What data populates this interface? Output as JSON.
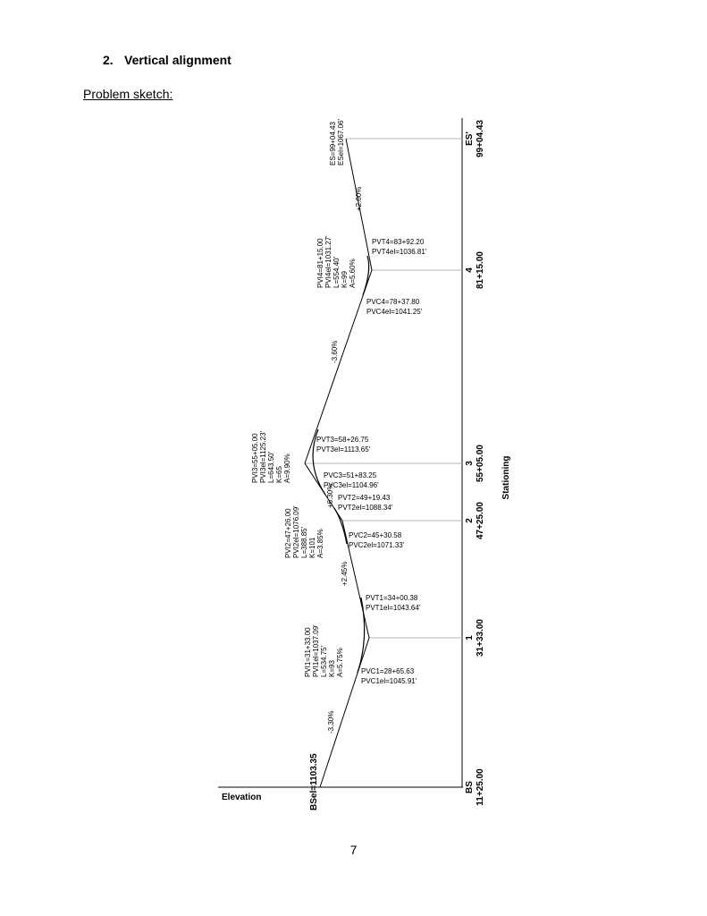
{
  "section": {
    "number": "2.",
    "title": "Vertical alignment"
  },
  "sketch_label": "Problem sketch:",
  "figure": {
    "axis_elevation": "Elevation",
    "axis_stationing": "Stationing",
    "begin": {
      "label": "BS",
      "station": "11+25.00",
      "elevation": "BSel=1103.35"
    },
    "end": {
      "label": "ES'",
      "station": "99+04.43",
      "text": [
        "ES=99+04.43",
        "ESel=1067.06'"
      ]
    },
    "pvis": [
      {
        "num": "1",
        "station": "31+33.00",
        "text": [
          "PVI1=31+33.00",
          "PVI1el=1037.09'",
          "L=534.75'",
          "K=93",
          "A=5.75%"
        ],
        "pvc": [
          "PVC1=28+65.63",
          "PVC1el=1045.91'"
        ],
        "pvt": [
          "PVT1=34+00.38",
          "PVT1el=1043.64'"
        ]
      },
      {
        "num": "2",
        "station": "47+25.00",
        "text": [
          "PVI2=47+26.00",
          "PVI2el=1076.09'",
          "L=388.85'",
          "K=101",
          "A=3.85%"
        ],
        "pvc": [
          "PVC2=45+30.58",
          "PVC2el=1071.33'"
        ],
        "pvt": [
          "PVT2=49+19.43",
          "PVT2el=1088.34'"
        ]
      },
      {
        "num": "3",
        "station": "55+05.00",
        "text": [
          "PVI3=55+05.00",
          "PVI3el=1125.23'",
          "L=643.50'",
          "K=65",
          "A=9.90%"
        ],
        "pvc": [
          "PVC3=51+83.25",
          "PVC3el=1104.96'"
        ],
        "pvt": [
          "PVT3=58+26.75",
          "PVT3el=1113.65'"
        ]
      },
      {
        "num": "4",
        "station": "81+15.00",
        "text": [
          "PVI4=81+15.00",
          "PVI4el=1031.27'",
          "L=554.40'",
          "K=99",
          "A=5.60%"
        ],
        "pvc": [
          "PVC4=78+37.80",
          "PVC4el=1041.25'"
        ],
        "pvt": [
          "PVT4=83+92.20",
          "PVT4el=1036.81'"
        ]
      }
    ],
    "grades": [
      "-3.30%",
      "+2.45%",
      "+6.30%",
      "-3.60%",
      "+2.00%"
    ]
  },
  "page_number": "7"
}
